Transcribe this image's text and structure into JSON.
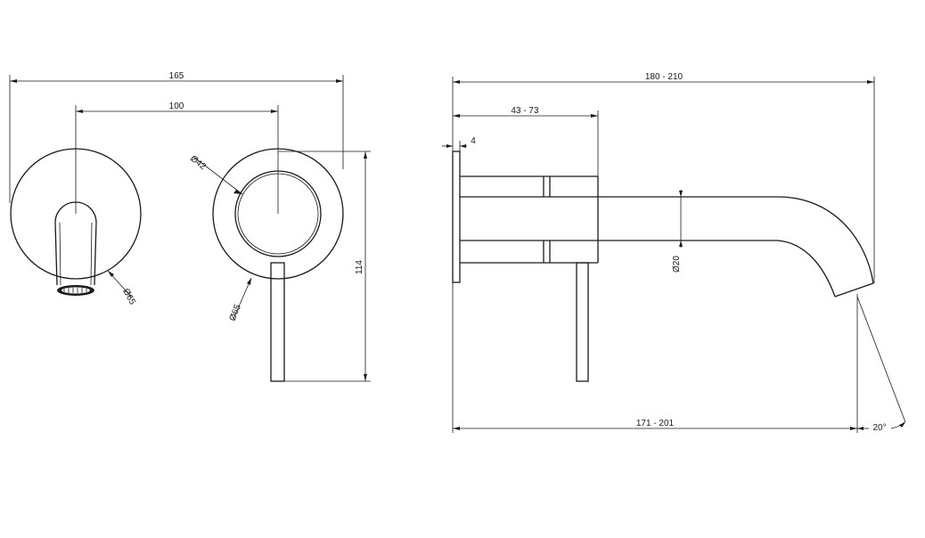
{
  "dimensions": {
    "front_total_width": "165",
    "front_center_distance": "100",
    "handle_plate_height": "114",
    "spout_plate_diameter": "Ø65",
    "handle_plate_diameter": "Ø65",
    "handle_body_diameter": "Ø42",
    "side_total_length": "180 - 210",
    "side_body_range": "43 - 73",
    "side_plate_thickness": "4",
    "side_spout_diameter": "Ø20",
    "side_spout_reach": "171 - 201",
    "side_spout_angle": "20°"
  },
  "colors": {
    "line": "#1a1a1a",
    "background": "#ffffff"
  }
}
